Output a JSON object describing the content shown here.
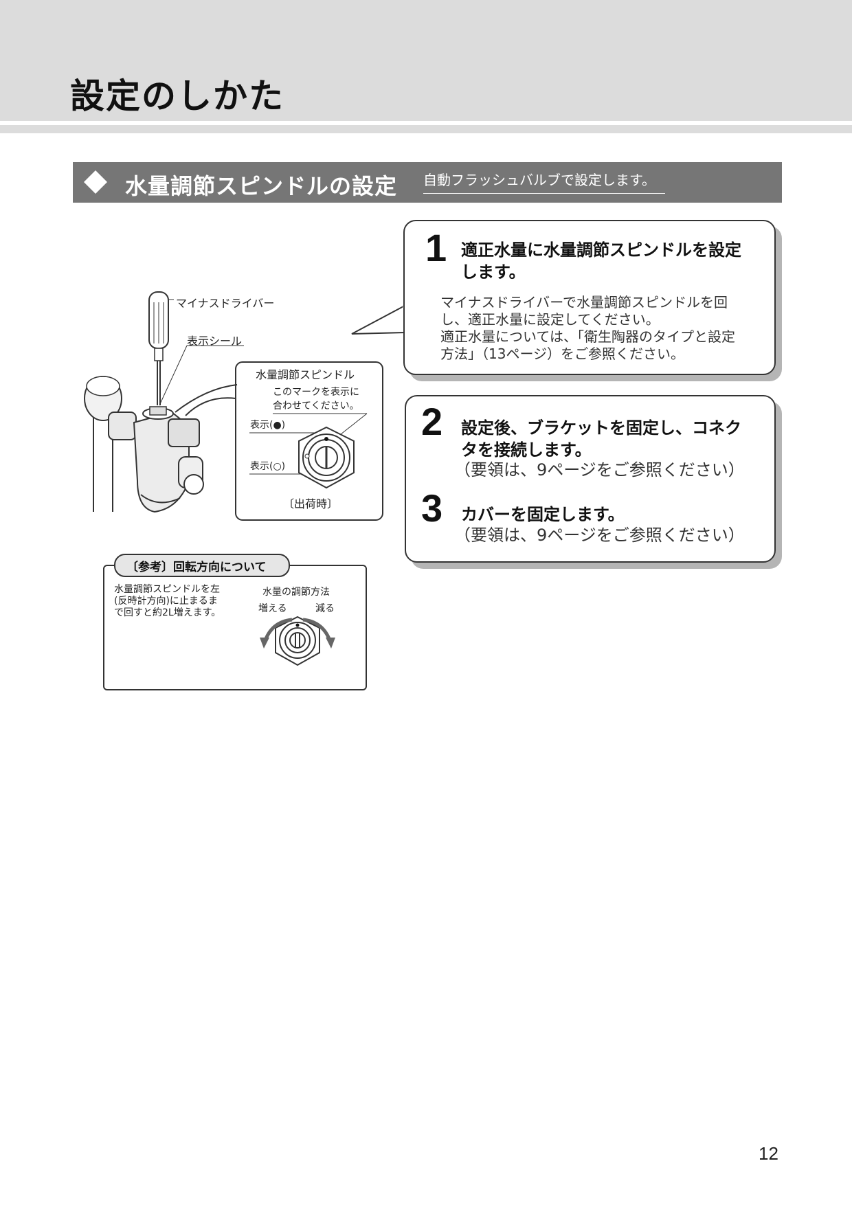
{
  "header": {
    "title": "設定のしかた"
  },
  "section": {
    "title": "水量調節スピンドルの設定",
    "subtitle": "自動フラッシュバルブで設定します。"
  },
  "steps": [
    {
      "number": "1",
      "heading_line1": "適正水量に水量調節スピンドルを設定",
      "heading_line2": "します。",
      "body": [
        "マイナスドライバーで水量調節スピンドルを回",
        "し、適正水量に設定してください。",
        "適正水量については、「衛生陶器のタイプと設定",
        "方法」（13ページ）をご参照ください。"
      ]
    },
    {
      "number": "2",
      "heading_line1": "設定後、ブラケットを固定し、コネク",
      "heading_line2": "タを接続します。",
      "note": "（要領は、9ページをご参照ください）"
    },
    {
      "number": "3",
      "heading_line1": "カバーを固定します。",
      "note": "（要領は、9ページをご参照ください）"
    }
  ],
  "diagram": {
    "screwdriver_label": "マイナスドライバー",
    "seal_label": "表示シール",
    "spindle_title": "水量調節スピンドル",
    "mark_note_line1": "このマークを表示に",
    "mark_note_line2": "合わせてください。",
    "indicator_filled": "表示(●)",
    "indicator_open": "表示(○)",
    "shipping_label": "〔出荷時〕"
  },
  "reference": {
    "tab_label": "〔参考〕回転方向について",
    "text_line1": "水量調節スピンドルを左",
    "text_line2": "(反時計方向)に止まるま",
    "text_line3": "で回すと約2L増えます。",
    "method_label": "水量の調節方法",
    "increase_label": "増える",
    "decrease_label": "減る"
  },
  "page_number": "12"
}
